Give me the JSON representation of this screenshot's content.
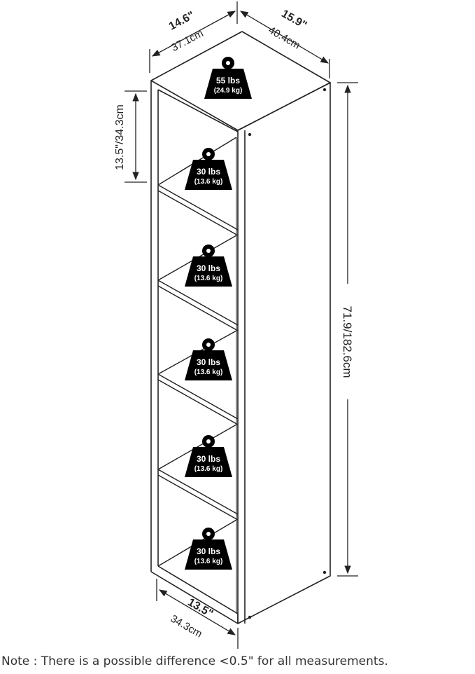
{
  "dimensions": {
    "depth_in": "14.6\"",
    "depth_cm": "37.1cm",
    "width_in": "15.9\"",
    "width_cm": "40.4cm",
    "shelf_height": "13.5\"/34.3cm",
    "total_height": "71.9/182.6cm",
    "base_in": "13.5\"",
    "base_cm": "34.3cm"
  },
  "weights": [
    {
      "lbs": "55 lbs",
      "kg": "(24.9 kg)"
    },
    {
      "lbs": "30 lbs",
      "kg": "(13.6 kg)"
    },
    {
      "lbs": "30 lbs",
      "kg": "(13.6 kg)"
    },
    {
      "lbs": "30 lbs",
      "kg": "(13.6 kg)"
    },
    {
      "lbs": "30 lbs",
      "kg": "(13.6 kg)"
    },
    {
      "lbs": "30 lbs",
      "kg": "(13.6 kg)"
    }
  ],
  "note": "Note : There is a possible difference <0.5\" for all measurements.",
  "colors": {
    "line": "#222222",
    "weight_fill": "#000000"
  }
}
